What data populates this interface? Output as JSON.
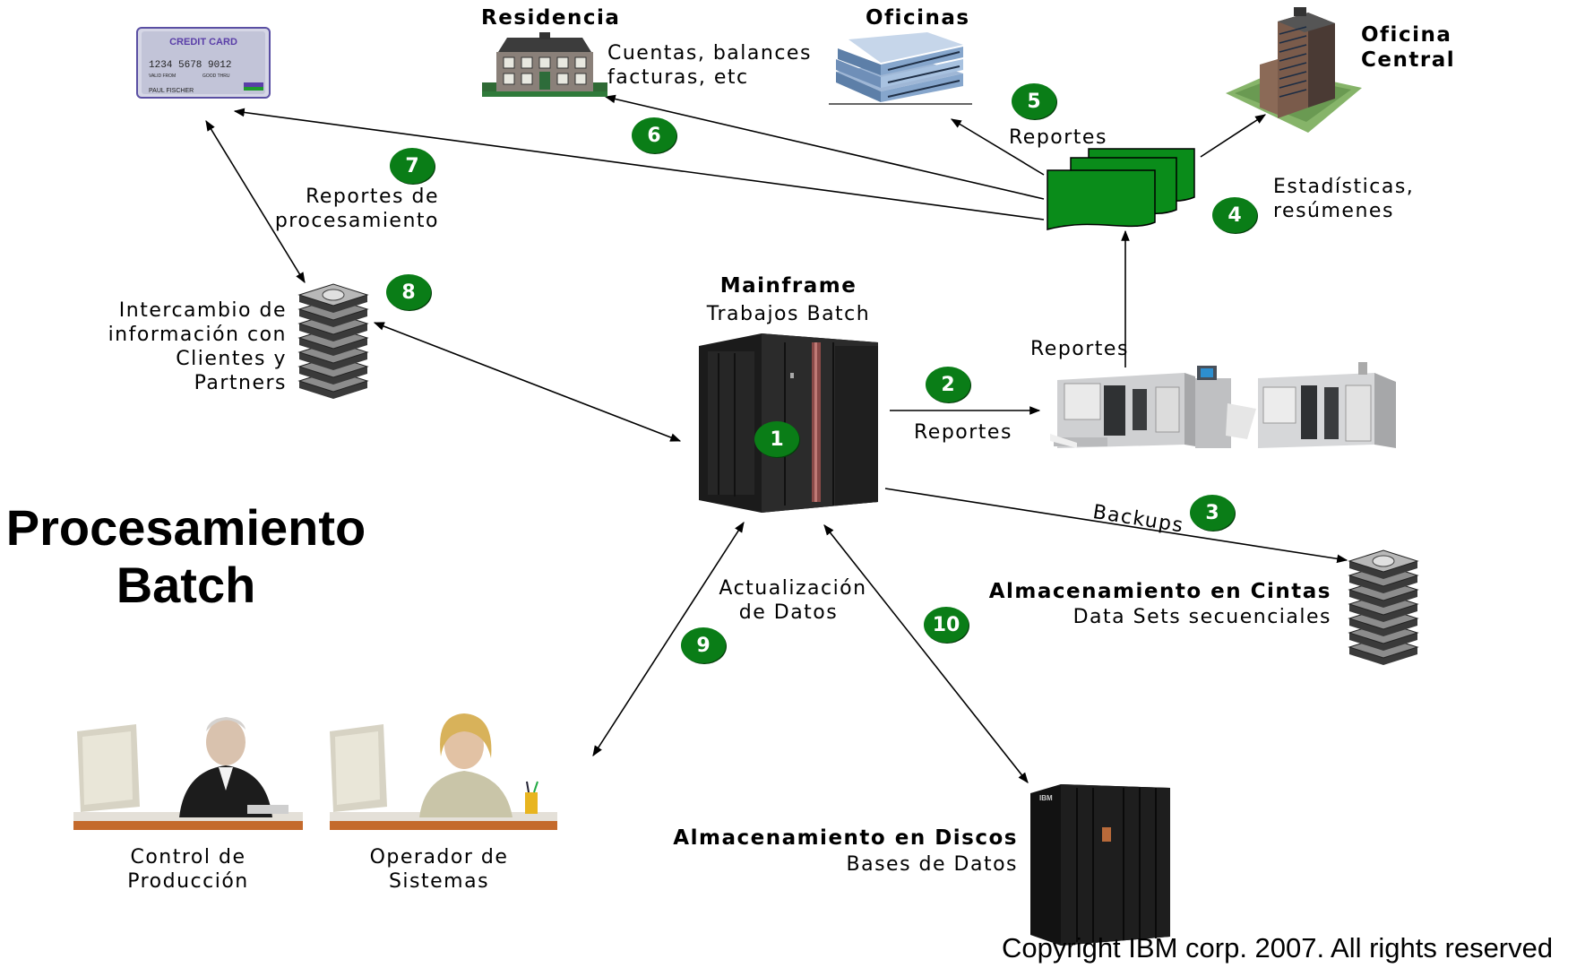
{
  "title": {
    "line1": "Procesamiento",
    "line2": "Batch"
  },
  "copyright": "Copyright IBM corp. 2007. All rights reserved",
  "credit_card": {
    "header": "CREDIT CARD",
    "number": "1234 5678 9012",
    "valid_from": "VALID FROM",
    "good_thru": "GOOD THRU",
    "name": "PAUL FISCHER"
  },
  "residencia": {
    "title": "Residencia",
    "line1": "Cuentas, balances",
    "line2": "facturas, etc"
  },
  "oficinas": {
    "title": "Oficinas",
    "reportes": "Reportes"
  },
  "oficina_central": {
    "line1": "Oficina",
    "line2": "Central"
  },
  "estadisticas": {
    "line1": "Estadísticas,",
    "line2": "resúmenes"
  },
  "reportes_proc": {
    "line1": "Reportes de",
    "line2": "procesamiento"
  },
  "intercambio": {
    "line1": "Intercambio de",
    "line2": "información con",
    "line3": "Clientes y",
    "line4": "Partners"
  },
  "mainframe": {
    "title": "Mainframe",
    "subtitle": "Trabajos  Batch"
  },
  "printers": {
    "label_top": "Reportes",
    "label_arrow": "Reportes"
  },
  "backups": "Backups",
  "cintas": {
    "title": "Almacenamiento en Cintas",
    "subtitle": "Data Sets secuenciales"
  },
  "actualizacion": {
    "line1": "Actualización",
    "line2": "de Datos"
  },
  "discos": {
    "title": "Almacenamiento en Discos",
    "subtitle": "Bases de Datos",
    "brand": "IBM"
  },
  "control": {
    "line1": "Control de",
    "line2": "Producción"
  },
  "operador": {
    "line1": "Operador de",
    "line2": "Sistemas"
  },
  "badges": [
    "1",
    "2",
    "3",
    "4",
    "5",
    "6",
    "7",
    "8",
    "9",
    "10"
  ],
  "colors": {
    "badge": "#0a7d17",
    "report": "#0a8c1a",
    "arrow": "#000000"
  }
}
